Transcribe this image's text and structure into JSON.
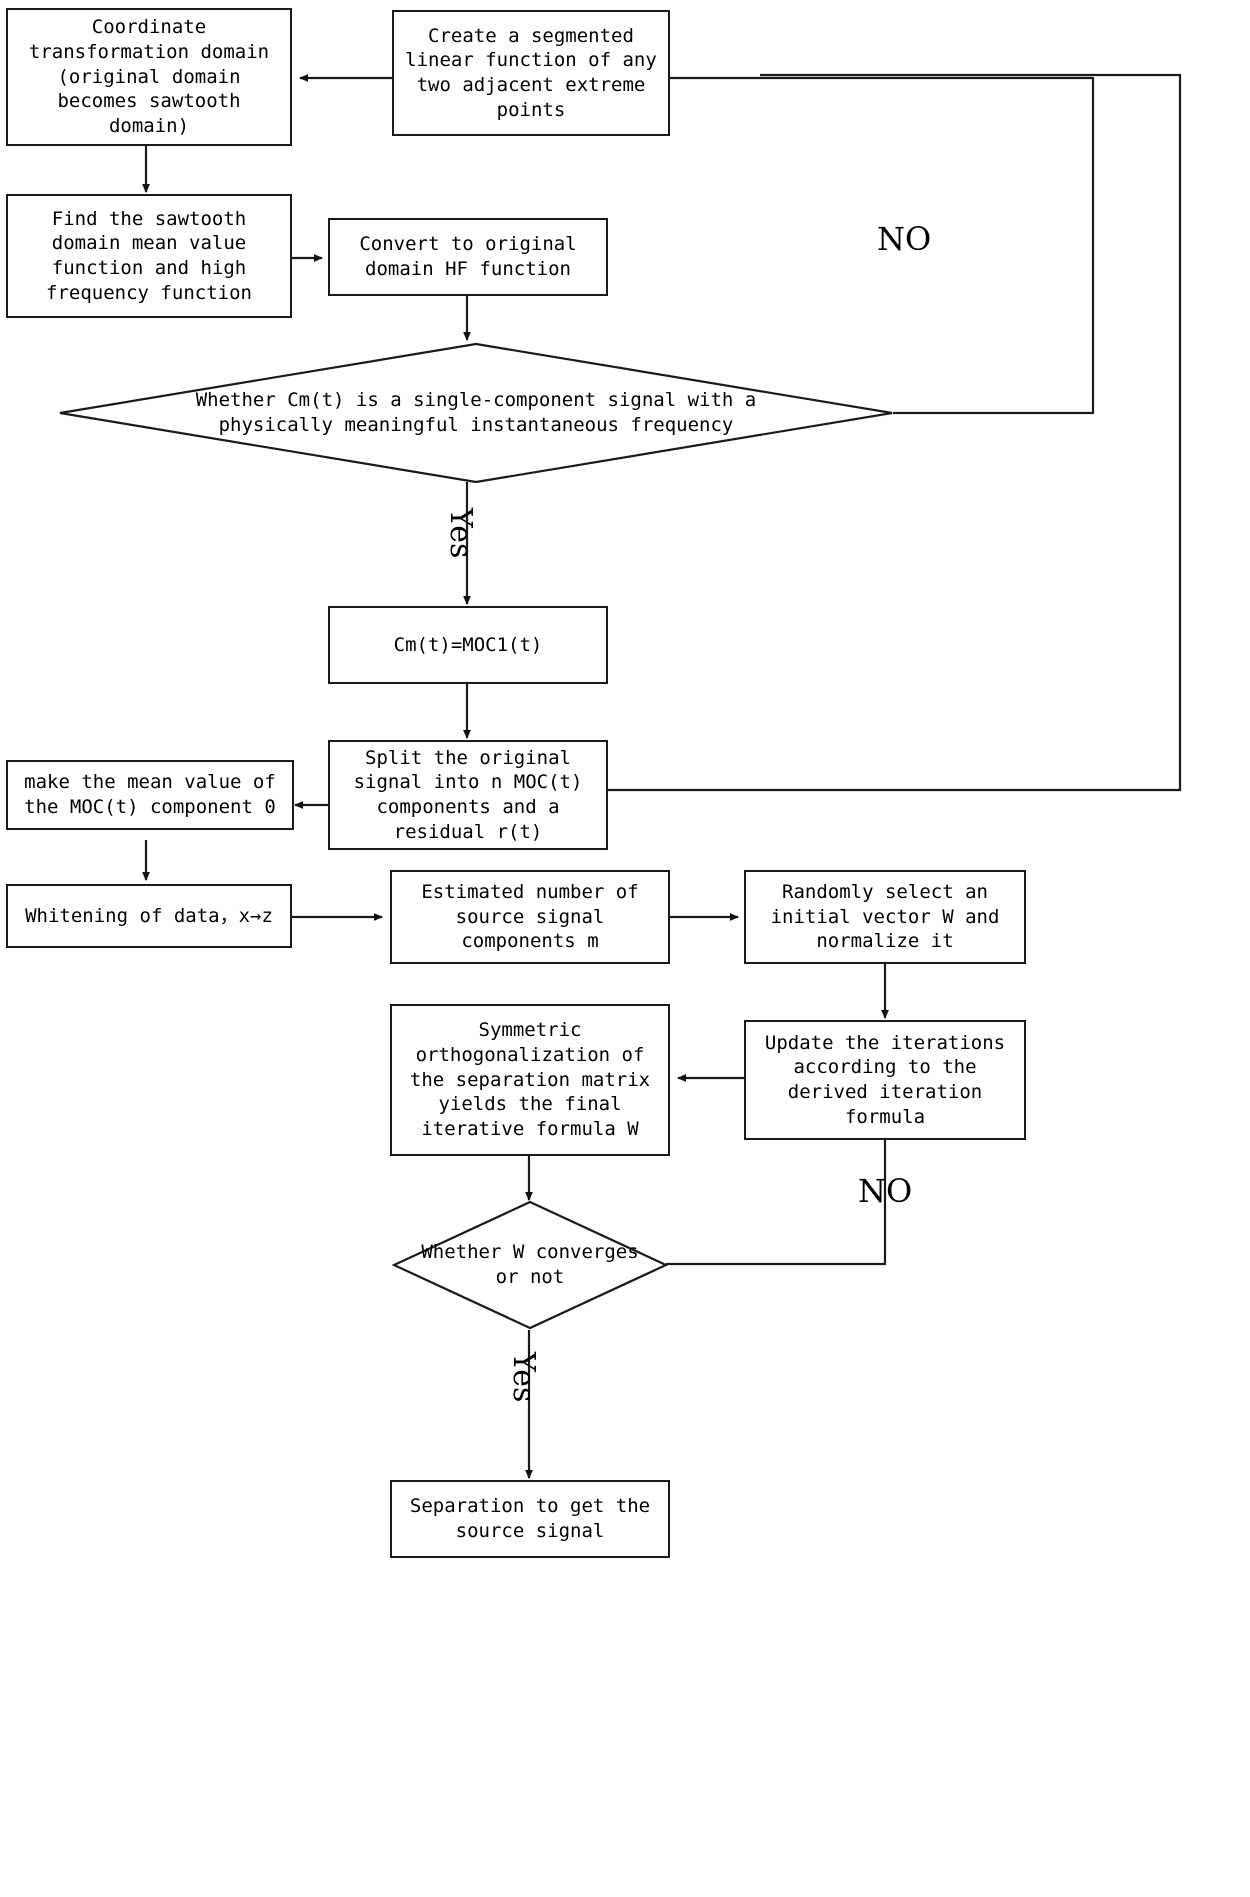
{
  "diagram": {
    "type": "flowchart",
    "title": "Signal decomposition and blind source separation flowchart",
    "background_color": "#ffffff",
    "line_color": "#1a1a1a",
    "text_color": "#000000"
  },
  "nodes": {
    "coordinate_transformation": {
      "label": "Coordinate\ntransformation domain\n(original domain\nbecomes sawtooth\ndomain)",
      "shape": "rect"
    },
    "create_segmented": {
      "label": "Create a segmented\nlinear function of any\ntwo adjacent extreme\npoints",
      "shape": "rect"
    },
    "find_sawtooth": {
      "label": "Find the sawtooth\ndomain mean value\nfunction and high\nfrequency function",
      "shape": "rect"
    },
    "convert_original": {
      "label": "Convert to original\ndomain HF function",
      "shape": "rect"
    },
    "decision_single_component": {
      "label": "Whether Cm(t) is a single-component signal with a\nphysically meaningful instantaneous frequency",
      "shape": "diamond"
    },
    "cm_equals_moc1": {
      "label": "Cm(t)=MOC1(t)",
      "shape": "rect"
    },
    "split_original": {
      "label": "Split the original\nsignal into n MOC(t)\ncomponents and a\nresidual r(t)",
      "shape": "rect"
    },
    "make_mean_zero": {
      "label": "make the mean value of\nthe MOC(t) component 0",
      "shape": "rect"
    },
    "whitening": {
      "label": "Whitening of data，x→z",
      "shape": "rect"
    },
    "estimated_number": {
      "label": "Estimated number of\nsource signal\ncomponents m",
      "shape": "rect"
    },
    "random_vector": {
      "label": "Randomly select an\ninitial vector W and\nnormalize it",
      "shape": "rect"
    },
    "update_iterations": {
      "label": "Update the iterations\naccording to the\nderived iteration\nformula",
      "shape": "rect"
    },
    "symmetric_orthogonalization": {
      "label": "Symmetric\northogonalization of\nthe separation matrix\nyields the final\niterative formula W",
      "shape": "rect"
    },
    "decision_w_converges": {
      "label": "Whether W converges\nor not",
      "shape": "diamond"
    },
    "separation_result": {
      "label": "Separation to get the\nsource signal",
      "shape": "rect"
    }
  },
  "edge_labels": {
    "no_top": "NO",
    "yes_top": "Yes",
    "no_bottom": "NO",
    "yes_bottom": "Yes"
  }
}
